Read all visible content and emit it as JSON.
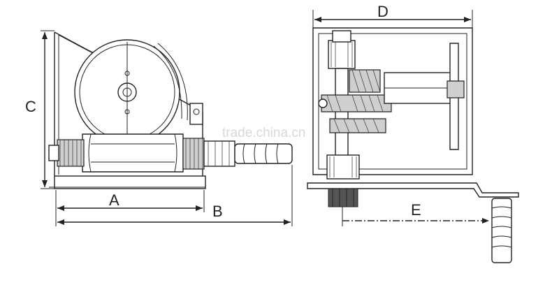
{
  "diagram": {
    "dimension_labels": {
      "a": "A",
      "b": "B",
      "c": "C",
      "d": "D",
      "e": "E"
    },
    "watermark": "trade.china.cn"
  }
}
